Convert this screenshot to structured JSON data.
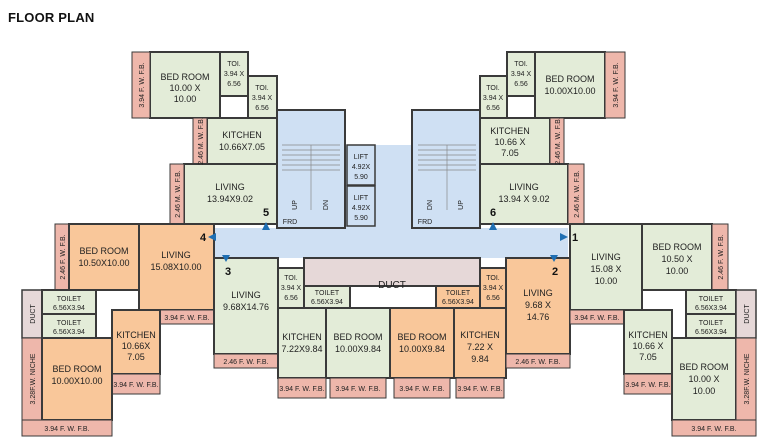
{
  "title": "FLOOR PLAN",
  "colors": {
    "wall": "#3a3a3a",
    "light_green": "#e3ecd8",
    "orange": "#f9c79a",
    "pink": "#eeb7ab",
    "blue": "#cfe0f3",
    "duct": "#e6d8d8",
    "white": "#ffffff",
    "marker": "#1f6fb3"
  },
  "rooms": {
    "tl_bed": [
      "BED ROOM",
      "10.00 X",
      "10.00"
    ],
    "tl_toi1": [
      "TOI.",
      "3.94 X",
      "6.56"
    ],
    "tl_toi2": [
      "TOI.",
      "3.94 X",
      "6.56"
    ],
    "tl_kitchen": [
      "KITCHEN",
      "10.66X7.05"
    ],
    "tl_living": [
      "LIVING",
      "13.94X9.02"
    ],
    "tr_toi1": [
      "TOI.",
      "3.94 X",
      "6.56"
    ],
    "tr_toi2": [
      "TOI.",
      "3.94 X",
      "6.56"
    ],
    "tr_bed": [
      "BED ROOM",
      "10.00X10.00"
    ],
    "tr_kitchen": [
      "KITCHEN",
      "10.66 X",
      "7.05"
    ],
    "tr_living": [
      "LIVING",
      "13.94 X 9.02"
    ],
    "lift1": [
      "LIFT",
      "4.92X",
      "5.90"
    ],
    "lift2": [
      "LIFT",
      "4.92X",
      "5.90"
    ],
    "frd_left": "FRD",
    "frd_right": "FRD",
    "up_left": "UP",
    "dn_left": "DN",
    "dn_right": "DN",
    "up_right": "UP",
    "l4_bed": [
      "BED ROOM",
      "10.50X10.00"
    ],
    "l4_living": [
      "LIVING",
      "15.08X10.00"
    ],
    "l4_toilet1": [
      "TOILET",
      "6.56X3.94"
    ],
    "l4_toilet2": [
      "TOILET",
      "6.56X3.94"
    ],
    "l4_kitchen": [
      "KITCHEN",
      "10.66X",
      "7.05"
    ],
    "l4_bed2": [
      "BED ROOM",
      "10.00X10.00"
    ],
    "l3_living": [
      "LIVING",
      "9.68X14.76"
    ],
    "l3_toi": [
      "TOI.",
      "3.94 X",
      "6.56"
    ],
    "l3_toilet": [
      "TOILET",
      "6.56X3.94"
    ],
    "l3_kitchen": [
      "KITCHEN",
      "7.22X9.84"
    ],
    "l3_bed": [
      "BED ROOM",
      "10.00X9.84"
    ],
    "duct": "DUCT",
    "l2_bed": [
      "BED ROOM",
      "10.00X9.84"
    ],
    "l2_toilet": [
      "TOILET",
      "6.56X3.94"
    ],
    "l2_toi": [
      "TOI.",
      "3.94 X",
      "6.56"
    ],
    "l2_kitchen": [
      "KITCHEN",
      "7.22 X",
      "9.84"
    ],
    "l2_living": [
      "LIVING",
      "9.68 X",
      "14.76"
    ],
    "r1_living": [
      "LIVING",
      "15.08 X",
      "10.00"
    ],
    "r1_bed": [
      "BED ROOM",
      "10.50 X",
      "10.00"
    ],
    "r1_toilet1": [
      "TOILET",
      "6.56X3.94"
    ],
    "r1_toilet2": [
      "TOILET",
      "6.56X3.94"
    ],
    "r1_kitchen": [
      "KITCHEN",
      "10.66 X",
      "7.05"
    ],
    "r1_bed2": [
      "BED ROOM",
      "10.00 X",
      "10.00"
    ],
    "duct_left": "DUCT",
    "duct_right": "DUCT"
  },
  "fb_labels": {
    "tl_bed_side": "3.94 F. W. F.B.",
    "tr_bed_side": "3.94 F. W. F.B.",
    "tl_kit_side": "2.46 M. W. F.B.",
    "tr_kit_side": "2.46 M. W. F.B.",
    "tl_liv_side": "2.46 M. W. F.B.",
    "tr_liv_side": "2.46 M. W. F.B.",
    "l4_side": "2.46 F. W. F.B.",
    "r1_side": "2.46 F. W. F.B.",
    "l4_bottom": "3.94 F. W. F.B.",
    "r1_bottom": "3.94 F. W. F.B.",
    "l4_kit_bottom": "3.94 F. W. F.B.",
    "r1_kit_bottom": "3.94 F. W. F.B.",
    "l4_niche": "3.28F.W. NICHE",
    "r1_niche": "3.28F.W. NICHE",
    "l4_fb_bottom": "3.94 F. W. F.B.",
    "r1_fb_bottom": "3.94 F. W. F.B.",
    "l3_liv_bottom": "2.46 F. W. F.B.",
    "l2_liv_bottom": "2.46 F. W. F.B.",
    "l3_kit_bottom": "3.94 F. W. F.B.",
    "l3_bed_bottom": "3.94 F. W. F.B.",
    "l2_bed_bottom": "3.94 F. W. F.B.",
    "l2_kit_bottom": "3.94 F. W. F.B."
  },
  "markers": {
    "m1": "1",
    "m2": "2",
    "m3": "3",
    "m4": "4",
    "m5": "5",
    "m6": "6"
  }
}
